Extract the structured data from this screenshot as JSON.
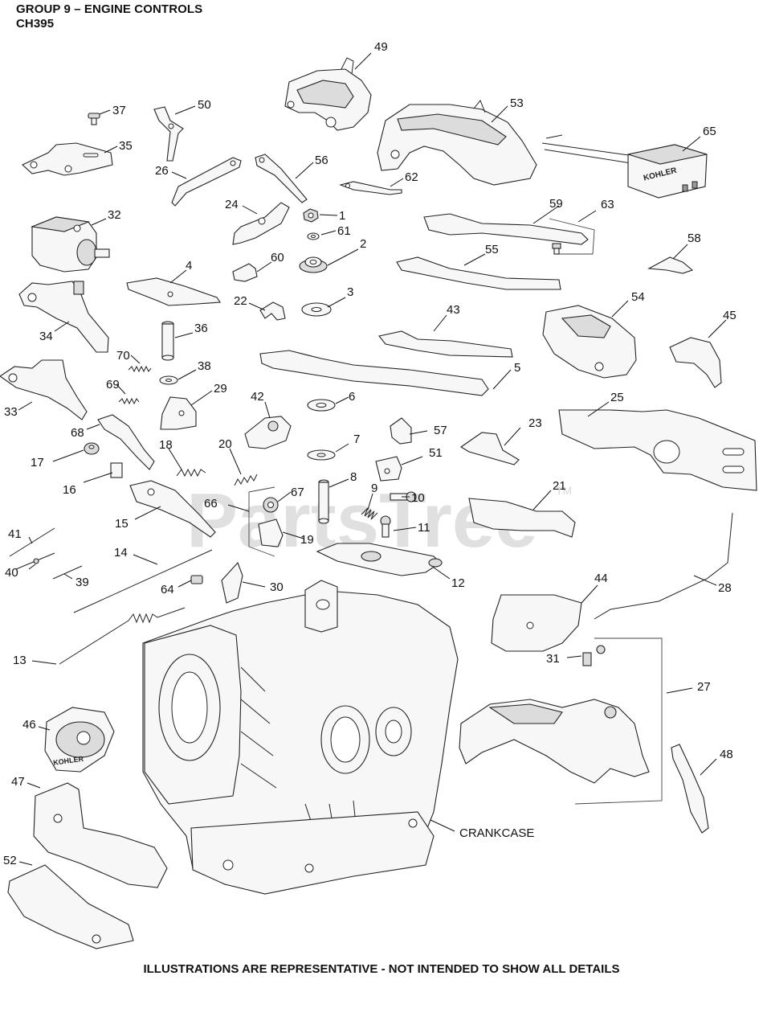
{
  "header": {
    "title": "GROUP 9 – ENGINE CONTROLS",
    "model": "CH395"
  },
  "footer": {
    "note": "ILLUSTRATIONS ARE REPRESENTATIVE - NOT INTENDED TO SHOW ALL DETAILS"
  },
  "watermark": {
    "text": "PartsTree",
    "trademark": "TM"
  },
  "callouts": {
    "n1": "1",
    "n2": "2",
    "n3": "3",
    "n4": "4",
    "n5": "5",
    "n6": "6",
    "n7": "7",
    "n8": "8",
    "n9": "9",
    "n10": "10",
    "n11": "11",
    "n12": "12",
    "n13": "13",
    "n14": "14",
    "n15": "15",
    "n16": "16",
    "n17": "17",
    "n18": "18",
    "n19": "19",
    "n20": "20",
    "n21": "21",
    "n22": "22",
    "n23": "23",
    "n24": "24",
    "n25": "25",
    "n26": "26",
    "n27": "27",
    "n28": "28",
    "n29": "29",
    "n30": "30",
    "n31": "31",
    "n32": "32",
    "n33": "33",
    "n34": "34",
    "n35": "35",
    "n36": "36",
    "n37": "37",
    "n38": "38",
    "n39": "39",
    "n40": "40",
    "n41": "41",
    "n42": "42",
    "n43": "43",
    "n44": "44",
    "n45": "45",
    "n46": "46",
    "n47": "47",
    "n48": "48",
    "n49": "49",
    "n50": "50",
    "n51": "51",
    "n52": "52",
    "n53": "53",
    "n54": "54",
    "n55": "55",
    "n56": "56",
    "n57": "57",
    "n58": "58",
    "n59": "59",
    "n60": "60",
    "n61": "61",
    "n62": "62",
    "n63": "63",
    "n64": "64",
    "n65": "65",
    "n66": "66",
    "n67": "67",
    "n68": "68",
    "n69": "69",
    "n70": "70",
    "crankcase": "CRANKCASE"
  },
  "logos": {
    "kohler": "KOHLER"
  }
}
